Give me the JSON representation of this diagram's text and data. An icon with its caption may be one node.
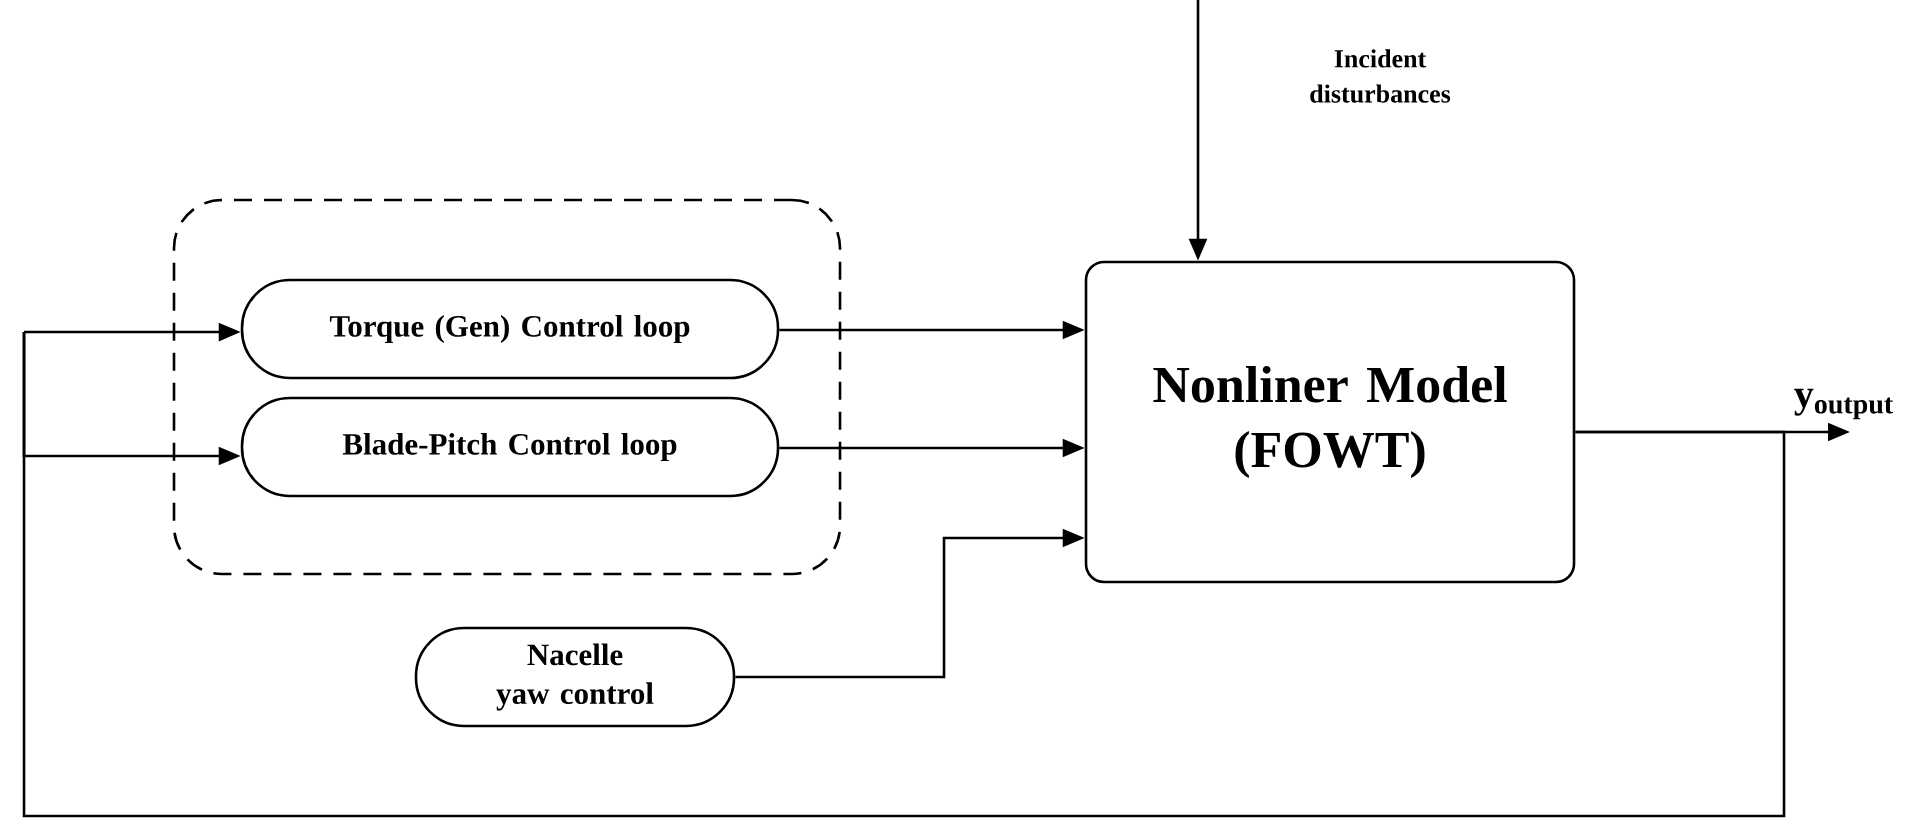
{
  "diagram": {
    "nodes": [
      {
        "text": [],
        "shape": "box"
      },
      {
        "text": [
          "Torque (Gen) Control loop"
        ],
        "in": 0
      },
      {
        "text": [
          "Blade-Pitch Control loop"
        ],
        "in": 0
      },
      {
        "text": [
          "Nacelle yaw control"
        ]
      },
      {
        "text": [
          "Nonliner Model (FOWT)"
        ]
      }
    ],
    "edges": [
      {
        "from": 1,
        "to": 4,
        "arrow": "to"
      },
      {
        "from": 2,
        "to": 4,
        "arrow": "to"
      },
      {
        "from": 3,
        "to": 4,
        "arrow": "to"
      },
      {
        "from": null,
        "to": 4,
        "arrow": "to",
        "label": "Incident disturbances"
      },
      {
        "from": 4,
        "to": null,
        "arrow": "to",
        "label": "y$_{output}$"
      },
      {
        "from": 4,
        "to": 1,
        "arrow": "to"
      },
      {
        "from": 4,
        "to": 2,
        "arrow": "to"
      }
    ]
  }
}
